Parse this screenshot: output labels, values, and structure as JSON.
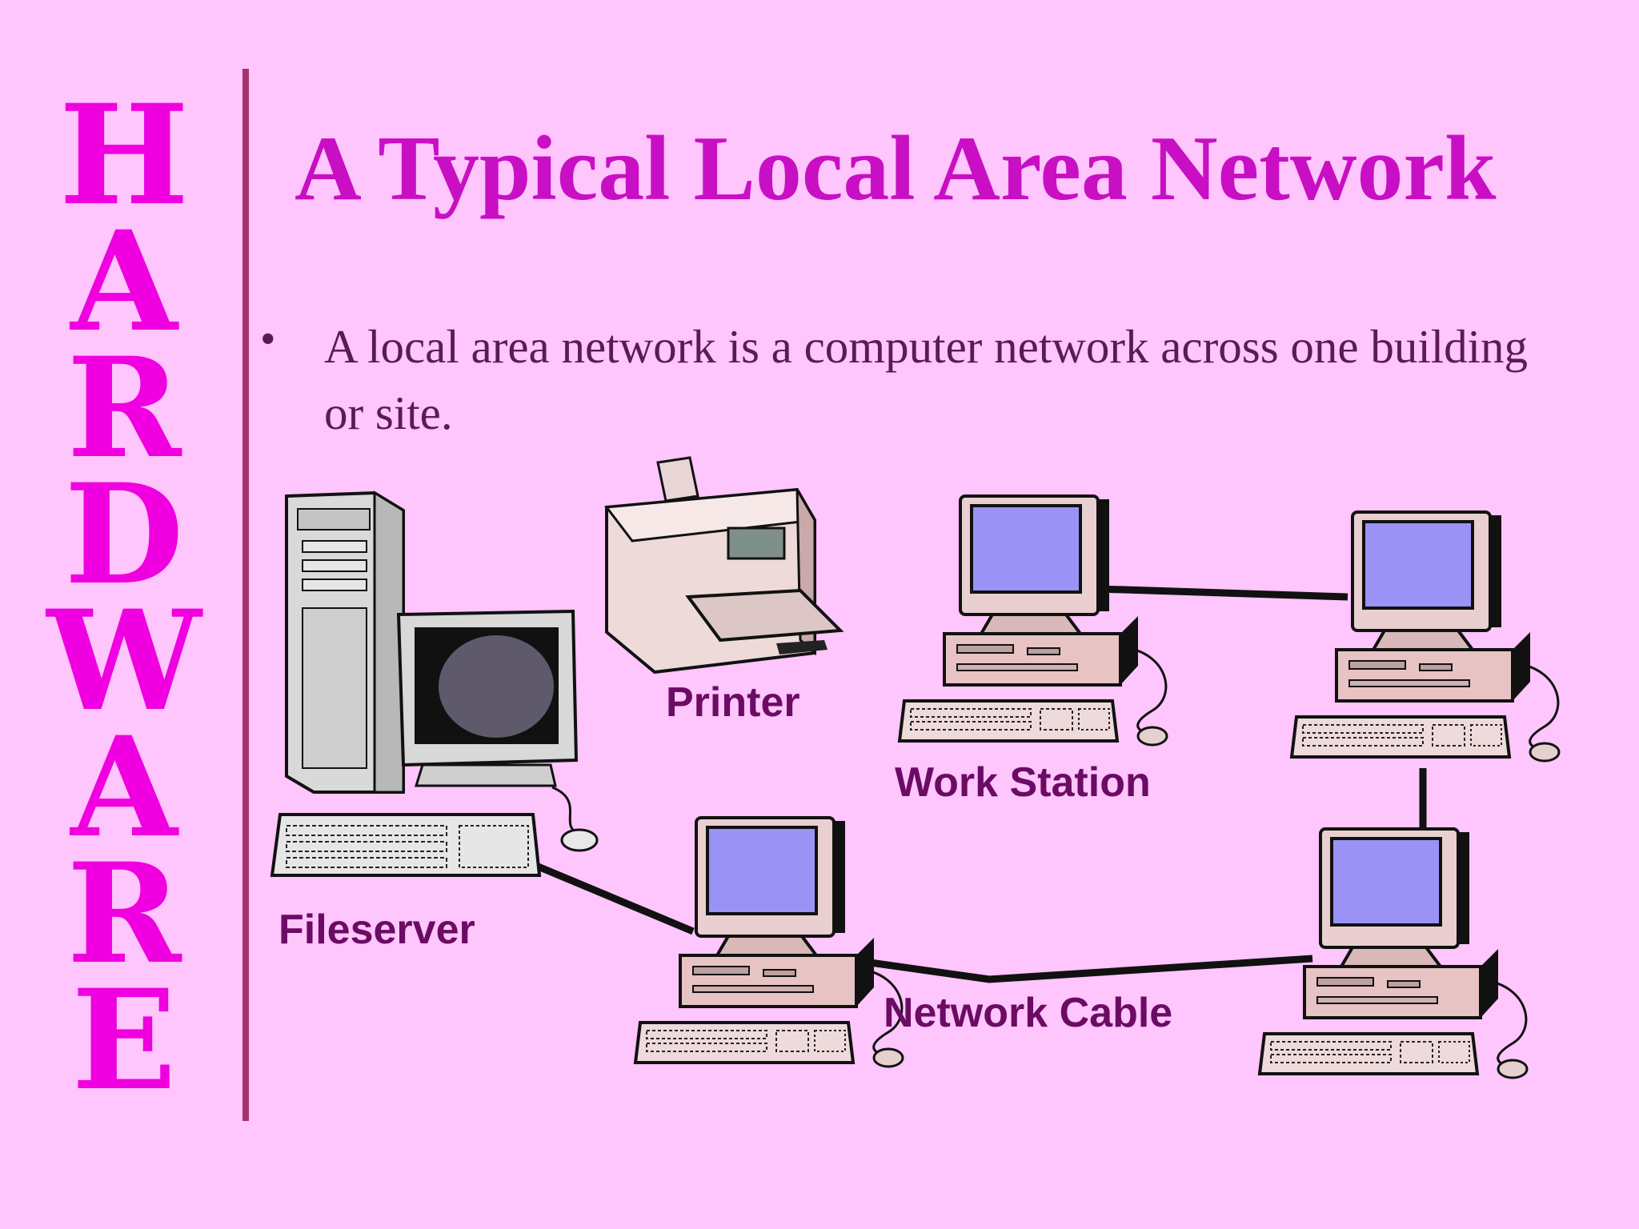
{
  "sidebar": {
    "letters": [
      "H",
      "A",
      "R",
      "D",
      "W",
      "A",
      "R",
      "E"
    ]
  },
  "slide": {
    "title": "A Typical Local Area Network",
    "bullet": "A local area network is a computer network across one building or site."
  },
  "diagram": {
    "labels": {
      "printer": "Printer",
      "workstation": "Work Station",
      "fileserver": "Fileserver",
      "cable": "Network Cable"
    }
  },
  "colors": {
    "background": "#ffc5fd",
    "sidebar_text": "#f000e0",
    "title_text": "#c80fc4",
    "body_text": "#5b1a57",
    "label_text": "#6b0b64",
    "divider": "#a2346e",
    "screen": "#9a93f5",
    "case": "#e8c8c8"
  }
}
